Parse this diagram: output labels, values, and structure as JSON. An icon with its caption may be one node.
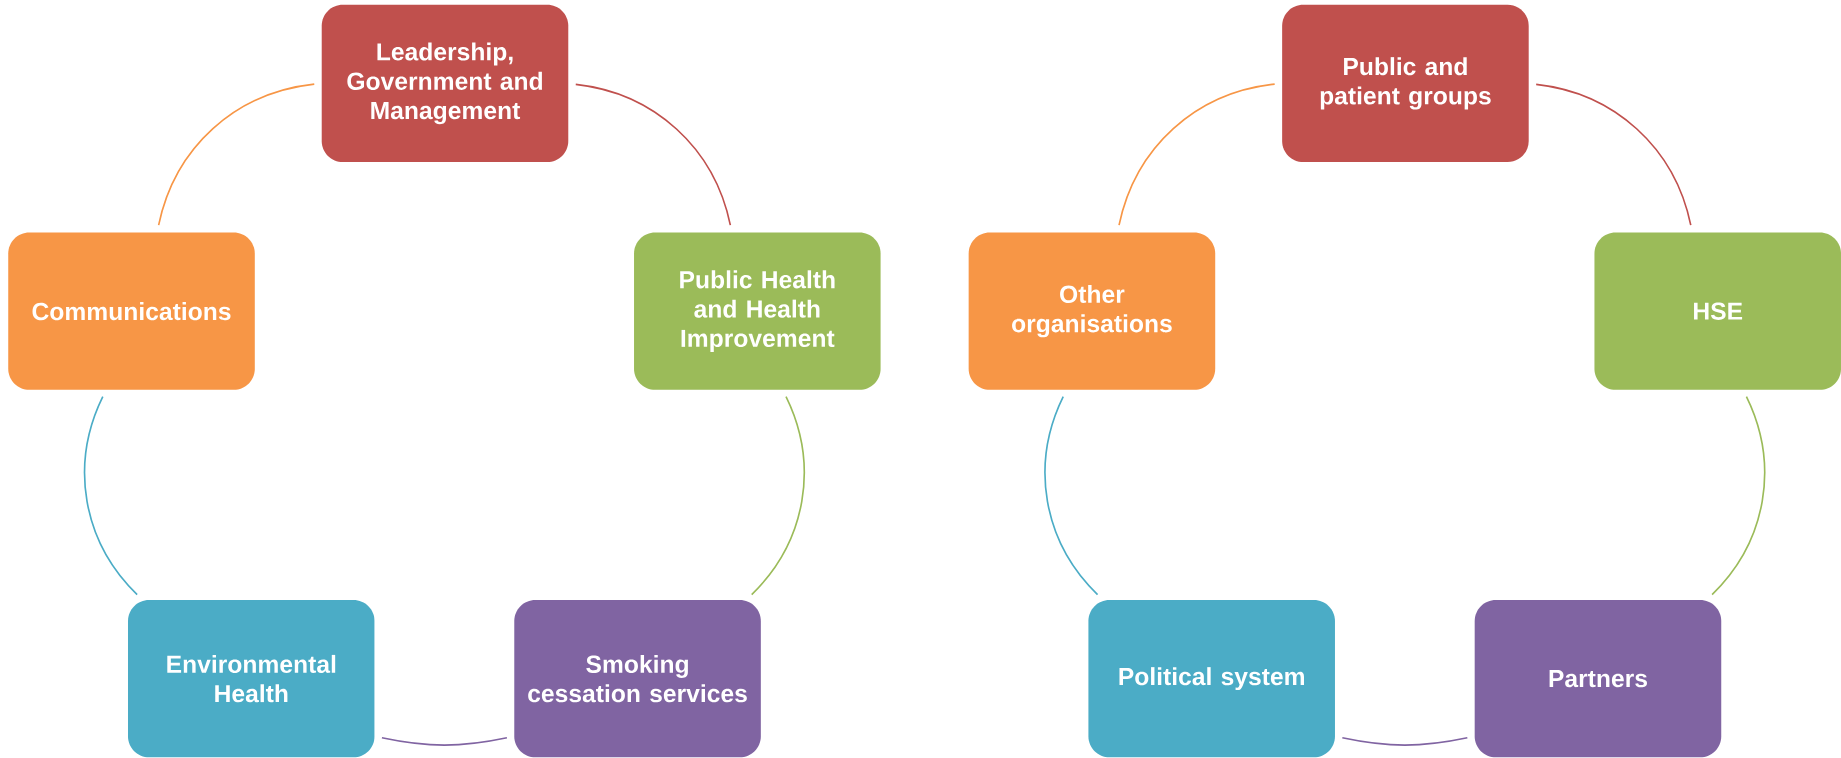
{
  "diagram": {
    "nodes": [
      {
        "text": [
          "Leadership, Government and Management"
        ]
      },
      {
        "text": [
          "Public Health and Health Improvement"
        ]
      },
      {
        "text": [
          "Smoking cessation services"
        ]
      },
      {
        "text": [
          "Environmental Health"
        ]
      },
      {
        "text": [
          "Communications"
        ]
      },
      {
        "text": [
          "Public and patient groups"
        ]
      },
      {
        "text": [
          "HSE"
        ]
      },
      {
        "text": [
          "Partners"
        ]
      },
      {
        "text": [
          "Political system"
        ]
      },
      {
        "text": [
          "Other organisations"
        ]
      }
    ],
    "edges": [
      {
        "from": 0,
        "to": 1,
        "arrow": "none",
        "color": "#c0504d"
      },
      {
        "from": 1,
        "to": 2,
        "arrow": "none",
        "color": "#9bbb59"
      },
      {
        "from": 2,
        "to": 3,
        "arrow": "none",
        "color": "#8064a2"
      },
      {
        "from": 3,
        "to": 4,
        "arrow": "none",
        "color": "#4bacc6"
      },
      {
        "from": 4,
        "to": 0,
        "arrow": "none",
        "color": "#f79646"
      },
      {
        "from": 5,
        "to": 6,
        "arrow": "none",
        "color": "#c0504d"
      },
      {
        "from": 6,
        "to": 7,
        "arrow": "none",
        "color": "#9bbb59"
      },
      {
        "from": 7,
        "to": 8,
        "arrow": "none",
        "color": "#8064a2"
      },
      {
        "from": 8,
        "to": 9,
        "arrow": "none",
        "color": "#4bacc6"
      },
      {
        "from": 9,
        "to": 5,
        "arrow": "none",
        "color": "#f79646"
      }
    ]
  }
}
